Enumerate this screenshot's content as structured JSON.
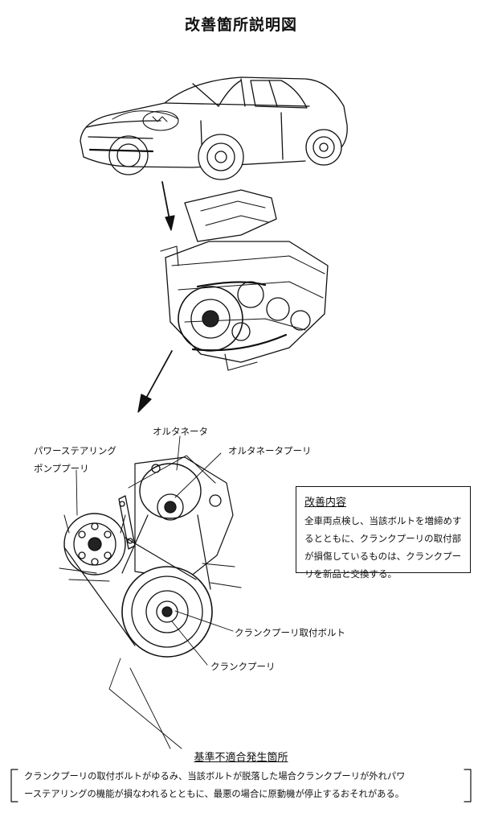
{
  "title": "改善箇所説明図",
  "labels": {
    "alternator": "オルタネータ",
    "alternator_pulley": "オルタネータプーリ",
    "ps_pump_pulley_line1": "パワーステアリング",
    "ps_pump_pulley_line2": "ポンププーリ",
    "crank_pulley_bolt": "クランクプーリ取付ボルト",
    "crank_pulley": "クランクプーリ"
  },
  "improvement": {
    "heading": "改善内容",
    "body": "全車両点検し、当該ボルトを増締めするとともに、クランクプーリの取付部が損傷しているものは、クランクプーリを新品と交換する。"
  },
  "defect": {
    "heading": "基準不適合発生箇所",
    "line1": "クランクプーリの取付ボルトがゆるみ、当該ボルトが脱落した場合クランクプーリが外れパワ",
    "line2": "ーステアリングの機能が損なわれるとともに、最悪の場合に原動機が停止するおそれがある。"
  }
}
